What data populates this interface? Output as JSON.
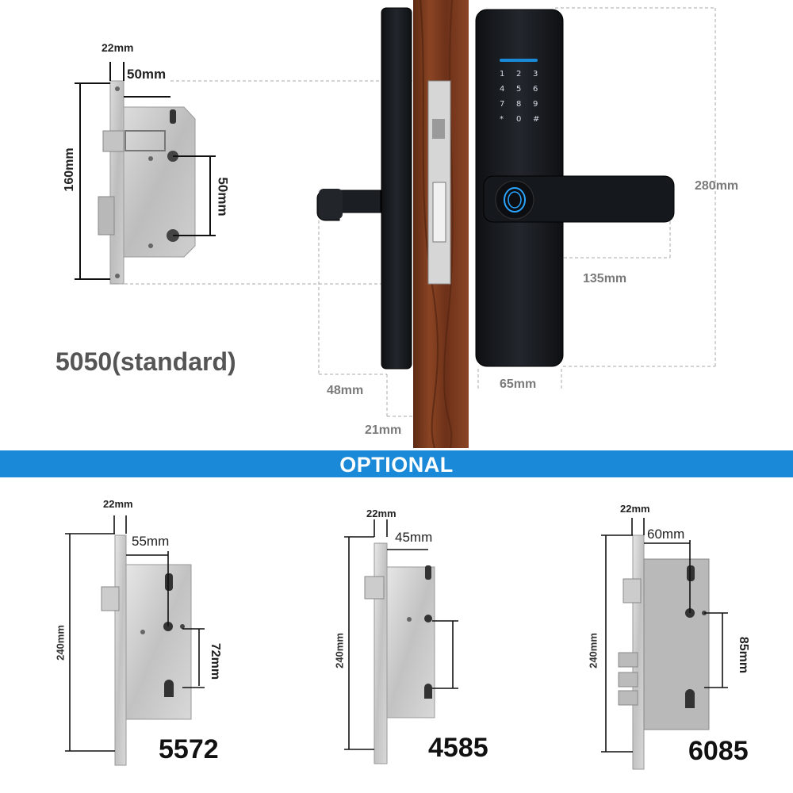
{
  "top_section": {
    "standard": {
      "width_plate": "22mm",
      "backset": "50mm",
      "height": "160mm",
      "center": "50mm",
      "caption": "5050(standard)"
    },
    "lock": {
      "height": "280mm",
      "handle_length": "135mm",
      "width": "65mm",
      "inner_width": "48mm",
      "thickness": "21mm"
    },
    "keypad": [
      "1",
      "2",
      "3",
      "4",
      "5",
      "6",
      "7",
      "8",
      "9",
      "*",
      "0",
      "#"
    ]
  },
  "banner": {
    "label": "OPTIONAL"
  },
  "options": [
    {
      "model": "5572",
      "plate": "22mm",
      "backset": "55mm",
      "height": "240mm",
      "center": "72mm"
    },
    {
      "model": "4585",
      "plate": "22mm",
      "backset": "45mm",
      "height": "240mm"
    },
    {
      "model": "6085",
      "plate": "22mm",
      "backset": "60mm",
      "height": "240mm",
      "center": "85mm"
    }
  ],
  "colors": {
    "banner": "#1a8ad8",
    "door_wood": "#7a3a1e",
    "lock_body": "#14161a"
  }
}
